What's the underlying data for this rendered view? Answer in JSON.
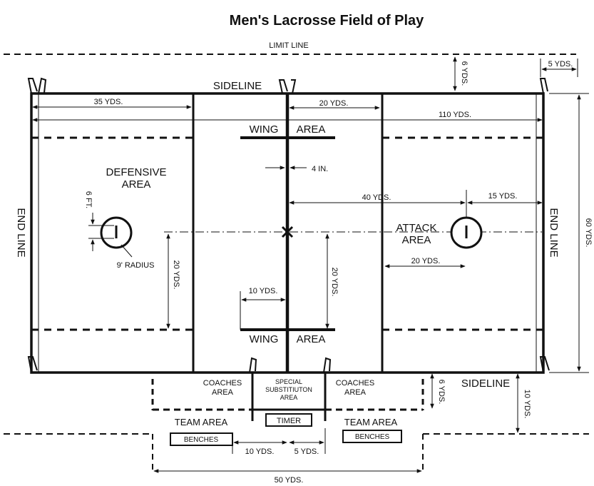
{
  "title": "Men's Lacrosse Field of Play",
  "labels": {
    "limit_line": "LIMIT LINE",
    "sideline_top": "SIDELINE",
    "sideline_bottom": "SIDELINE",
    "end_line_left": "END LINE",
    "end_line_right": "END LINE",
    "wing_top_1": "WING",
    "wing_top_2": "AREA",
    "wing_bottom_1": "WING",
    "wing_bottom_2": "AREA",
    "defensive_1": "DEFENSIVE",
    "defensive_2": "AREA",
    "attack_1": "ATTACK",
    "attack_2": "AREA",
    "coaches_left_1": "COACHES",
    "coaches_left_2": "AREA",
    "coaches_right_1": "COACHES",
    "coaches_right_2": "AREA",
    "special_1": "SPECIAL",
    "special_2": "SUBSTITIUTON",
    "special_3": "AREA",
    "timer": "TIMER",
    "team_left": "TEAM AREA",
    "team_right": "TEAM AREA",
    "benches_left": "BENCHES",
    "benches_right": "BENCHES",
    "radius": "9' RADIUS"
  },
  "dimensions": {
    "d35": "35 YDS.",
    "d20_top": "20 YDS.",
    "d110": "110 YDS.",
    "d4in": "4 IN.",
    "d40": "40 YDS.",
    "d15": "15 YDS.",
    "d6ft": "6 FT.",
    "d20_left": "20 YDS.",
    "d20_center": "20 YDS.",
    "d20_right": "20 YDS.",
    "d10_wing": "10 YDS.",
    "d6_top": "6 YDS.",
    "d5_top": "5 YDS.",
    "d60": "60 YDS.",
    "d6_bottom": "6 YDS.",
    "d10_right": "10 YDS.",
    "d10_bottom": "10 YDS.",
    "d5_bottom": "5 YDS.",
    "d50": "50 YDS."
  }
}
